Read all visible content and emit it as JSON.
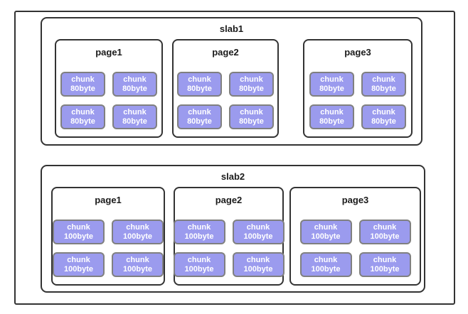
{
  "colors": {
    "background": "#ffffff",
    "box_border": "#333333",
    "chunk_fill": "#9b9bee",
    "chunk_border": "#808080",
    "chunk_text": "#ffffff",
    "label_text": "#1a1a1a"
  },
  "diagram": {
    "slabs": [
      {
        "label": "slab1",
        "pages": [
          {
            "label": "page1",
            "chunks": [
              {
                "name": "chunk",
                "size": "80byte"
              },
              {
                "name": "chunk",
                "size": "80byte"
              },
              {
                "name": "chunk",
                "size": "80byte"
              },
              {
                "name": "chunk",
                "size": "80byte"
              }
            ]
          },
          {
            "label": "page2",
            "chunks": [
              {
                "name": "chunk",
                "size": "80byte"
              },
              {
                "name": "chunk",
                "size": "80byte"
              },
              {
                "name": "chunk",
                "size": "80byte"
              },
              {
                "name": "chunk",
                "size": "80byte"
              }
            ]
          },
          {
            "label": "page3",
            "chunks": [
              {
                "name": "chunk",
                "size": "80byte"
              },
              {
                "name": "chunk",
                "size": "80byte"
              },
              {
                "name": "chunk",
                "size": "80byte"
              },
              {
                "name": "chunk",
                "size": "80byte"
              }
            ]
          }
        ]
      },
      {
        "label": "slab2",
        "pages": [
          {
            "label": "page1",
            "chunks": [
              {
                "name": "chunk",
                "size": "100byte"
              },
              {
                "name": "chunk",
                "size": "100byte"
              },
              {
                "name": "chunk",
                "size": "100byte"
              },
              {
                "name": "chunk",
                "size": "100byte"
              }
            ]
          },
          {
            "label": "page2",
            "chunks": [
              {
                "name": "chunk",
                "size": "100byte"
              },
              {
                "name": "chunk",
                "size": "100byte"
              },
              {
                "name": "chunk",
                "size": "100byte"
              },
              {
                "name": "chunk",
                "size": "100byte"
              }
            ]
          },
          {
            "label": "page3",
            "chunks": [
              {
                "name": "chunk",
                "size": "100byte"
              },
              {
                "name": "chunk",
                "size": "100byte"
              },
              {
                "name": "chunk",
                "size": "100byte"
              },
              {
                "name": "chunk",
                "size": "100byte"
              }
            ]
          }
        ]
      }
    ]
  }
}
